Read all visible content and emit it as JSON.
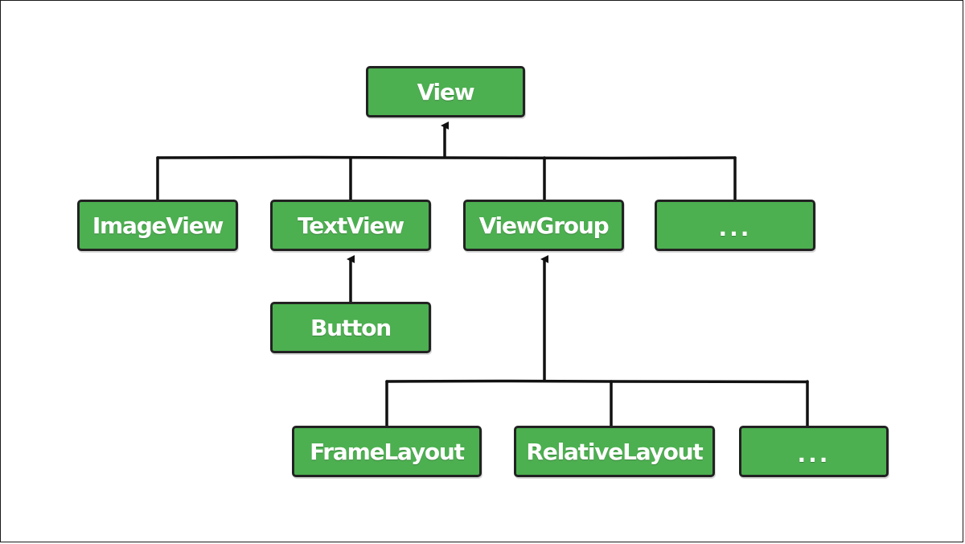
{
  "diagram": {
    "root": {
      "label": "View"
    },
    "level1": [
      {
        "id": "imageview",
        "label": "ImageView"
      },
      {
        "id": "textview",
        "label": "TextView"
      },
      {
        "id": "viewgroup",
        "label": "ViewGroup"
      },
      {
        "id": "more",
        "label": "..."
      }
    ],
    "textview_children": [
      {
        "id": "button",
        "label": "Button"
      }
    ],
    "viewgroup_children": [
      {
        "id": "framelayout",
        "label": "FrameLayout"
      },
      {
        "id": "relativelayout",
        "label": "RelativeLayout"
      },
      {
        "id": "more",
        "label": "..."
      }
    ],
    "colors": {
      "node_fill": "#4caf50",
      "node_border": "#222222",
      "node_text": "#ffffff",
      "connector": "#111111",
      "background": "#ffffff"
    }
  }
}
